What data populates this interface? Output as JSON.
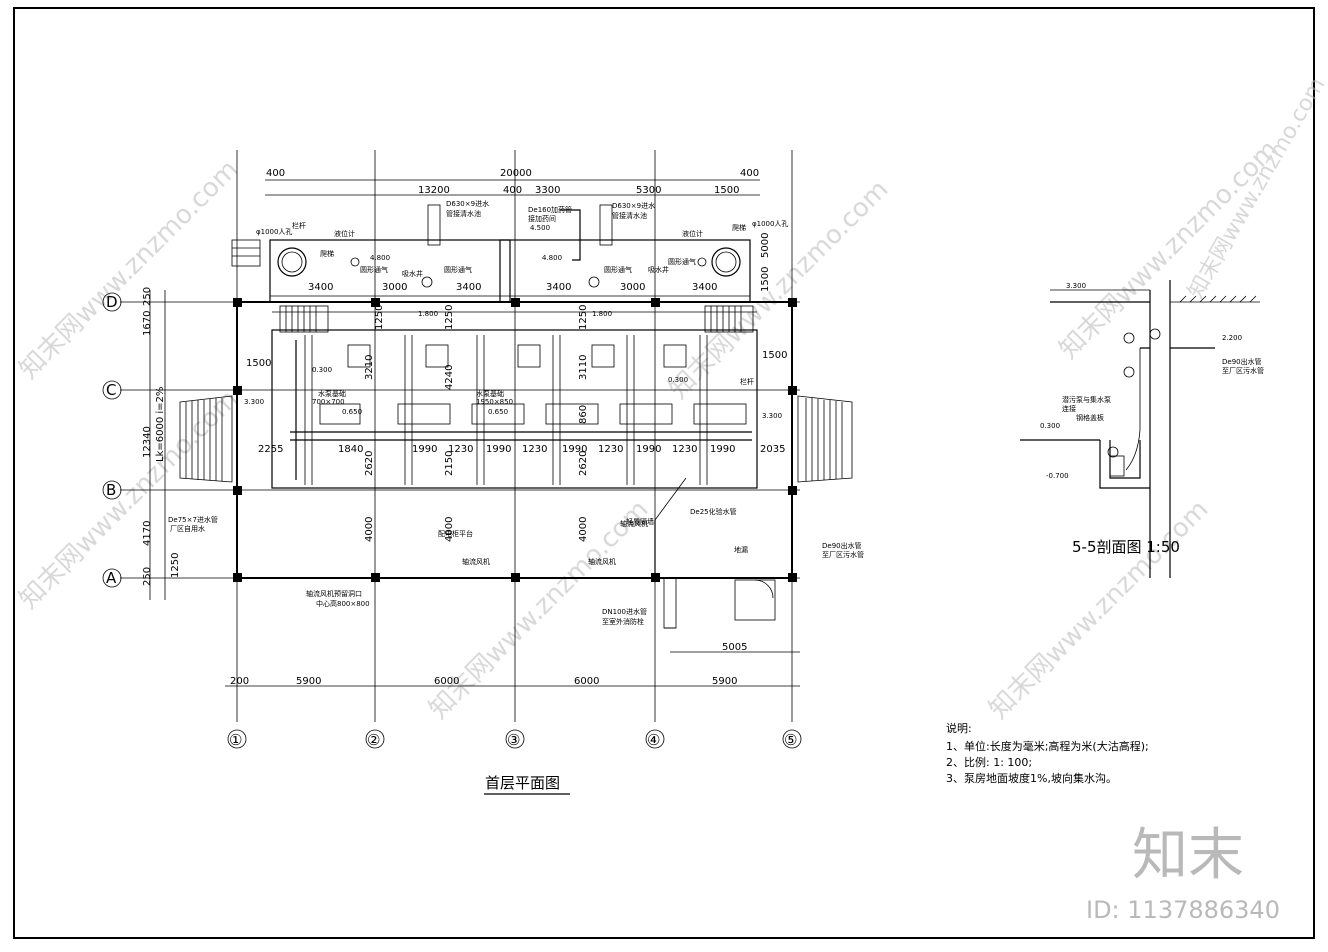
{
  "plan": {
    "title": "首层平面图",
    "axes_x": [
      "①",
      "②",
      "③",
      "④",
      "⑤"
    ],
    "axes_y": [
      "D",
      "C",
      "B",
      "A"
    ],
    "top_dims_row1": [
      "400",
      "20000",
      "400"
    ],
    "top_dims_row2": [
      "13200",
      "400",
      "3300",
      "5300",
      "1500"
    ],
    "bottom_dims": [
      "200",
      "5900",
      "6000",
      "6000",
      "5900"
    ],
    "bottom_dim_right": "5005",
    "left_dims": [
      "1670",
      "250",
      "12340",
      "Lk=6000 i=2%",
      "4170",
      "1250",
      "250"
    ],
    "tank_dims": [
      "3400",
      "3000",
      "3400",
      "3400",
      "3000",
      "3400"
    ],
    "interior_dims": [
      "2255",
      "1840",
      "1990",
      "1230",
      "1990",
      "1230",
      "1990",
      "1230",
      "1990",
      "1230",
      "1990",
      "2035"
    ],
    "vert_dims": [
      "1250",
      "1250",
      "1250",
      "3210",
      "4240",
      "3110",
      "2620",
      "2150",
      "2620",
      "860",
      "4000",
      "4000",
      "4000"
    ],
    "side_dims": [
      "1500",
      "1500",
      "1500",
      "5000"
    ],
    "elevations": [
      "4.800",
      "4.800",
      "1.800",
      "1.800",
      "3.300",
      "3.300",
      "0.300",
      "0.650",
      "0.650",
      "4.500"
    ],
    "labels": {
      "pipe_in_1": "D630×9进水",
      "pipe_in_1b": "管接清水池",
      "pipe_in_2": "De160加药管",
      "pipe_in_2b": "接加药间",
      "pipe_in_3": "D630×9进水",
      "pipe_in_3b": "管接清水池",
      "manhole_l": "φ1000人孔",
      "manhole_r": "φ1000人孔",
      "level_l": "液位计",
      "level_r": "液位计",
      "ladder_l": "爬梯",
      "ladder_r": "爬梯",
      "rail_l": "栏杆",
      "rail_r": "栏杆",
      "vent_1": "圆形通气",
      "vent_2": "圆形通气",
      "vent_3": "圆形通气",
      "vent_4": "圆形通气",
      "suction_l": "吸水井",
      "suction_r": "吸水井",
      "pump_base_1": "水泵基础",
      "pump_base_1s": "700×700",
      "pump_base_2": "水泵基础",
      "pump_base_2s": "1950×850",
      "cabinet": "配电柜平台",
      "fan_1": "轴流风机",
      "fan_2": "轴流风机",
      "fan_3": "轴流风机",
      "fan_note": "轴流风机预留洞口",
      "fan_note_b": "中心高800×800",
      "drain_pipe": "De25化验水管",
      "out_pipe": "De90出水管",
      "out_pipe_b": "至厂区污水管",
      "in_pipe_left": "De75×7进水管",
      "in_pipe_left_b": "厂区自用水",
      "dn100": "DN100进水管",
      "dn100b": "至室外消防栓",
      "light_shaft": "轻质隔墙",
      "floor_drain": "地漏"
    }
  },
  "section": {
    "title": "5-5剖面图 1:50",
    "elevations": [
      "3.300",
      "2.200",
      "0.300",
      "-0.700"
    ],
    "labels": {
      "pipe": "De90出水管",
      "pipe_b": "至厂区污水管",
      "note_1": "潜污泵与集水泵",
      "note_2": "连接",
      "note_3": "钢格盖板"
    }
  },
  "notes": {
    "heading": "说明:",
    "items": [
      "1、单位:长度为毫米;高程为米(大沽高程);",
      "2、比例: 1: 100;",
      "3、泵房地面坡度1%,坡向集水沟。"
    ]
  },
  "watermark": {
    "brand": "知末",
    "id": "ID: 1137886340",
    "site_text": "知末网www.znzmo.com"
  }
}
